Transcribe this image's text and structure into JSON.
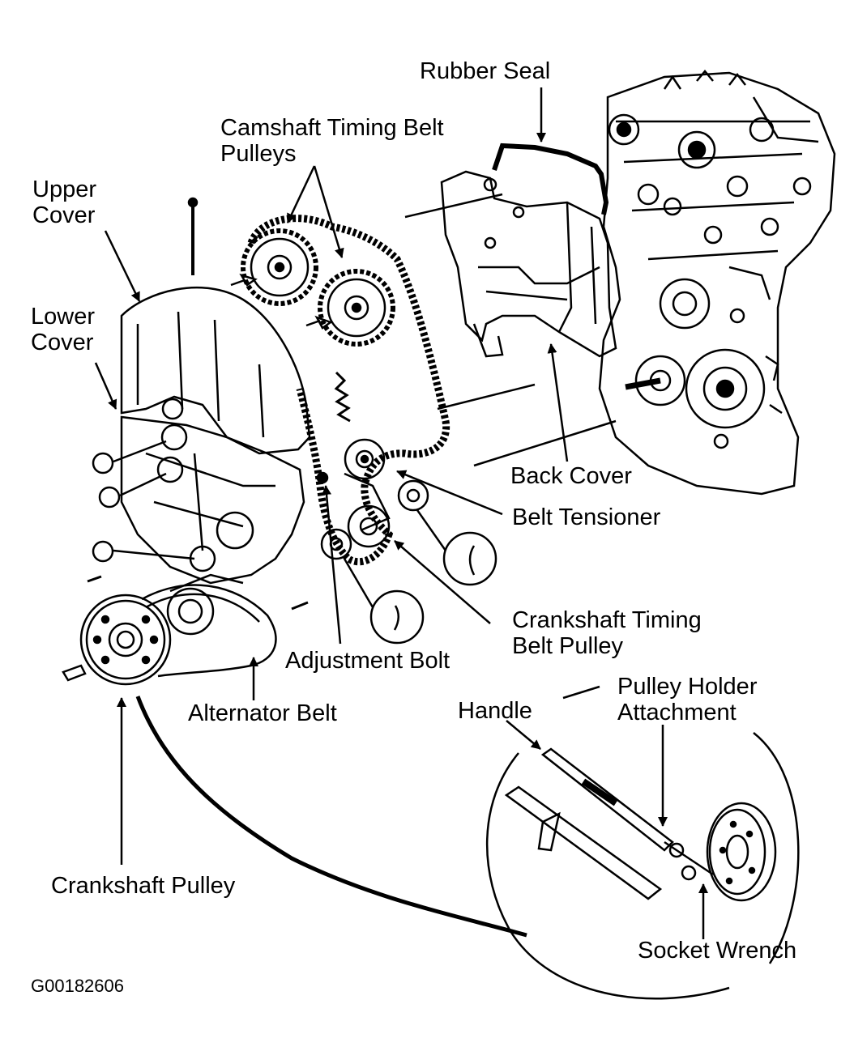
{
  "figure": {
    "id_code": "G00182606",
    "colors": {
      "ink": "#000000",
      "paper": "#ffffff"
    }
  },
  "labels": {
    "rubber_seal": "Rubber Seal",
    "camshaft_pulleys_1": "Camshaft Timing Belt",
    "camshaft_pulleys_2": "Pulleys",
    "upper_cover_1": "Upper",
    "upper_cover_2": "Cover",
    "lower_cover_1": "Lower",
    "lower_cover_2": "Cover",
    "back_cover": "Back Cover",
    "belt_tensioner": "Belt Tensioner",
    "crankshaft_timing_1": "Crankshaft Timing",
    "crankshaft_timing_2": "Belt Pulley",
    "adjustment_bolt": "Adjustment Bolt",
    "alternator_belt": "Alternator Belt",
    "pulley_holder_1": "Pulley Holder",
    "pulley_holder_2": "Attachment",
    "handle": "Handle",
    "crankshaft_pulley": "Crankshaft Pulley",
    "socket_wrench": "Socket Wrench"
  }
}
